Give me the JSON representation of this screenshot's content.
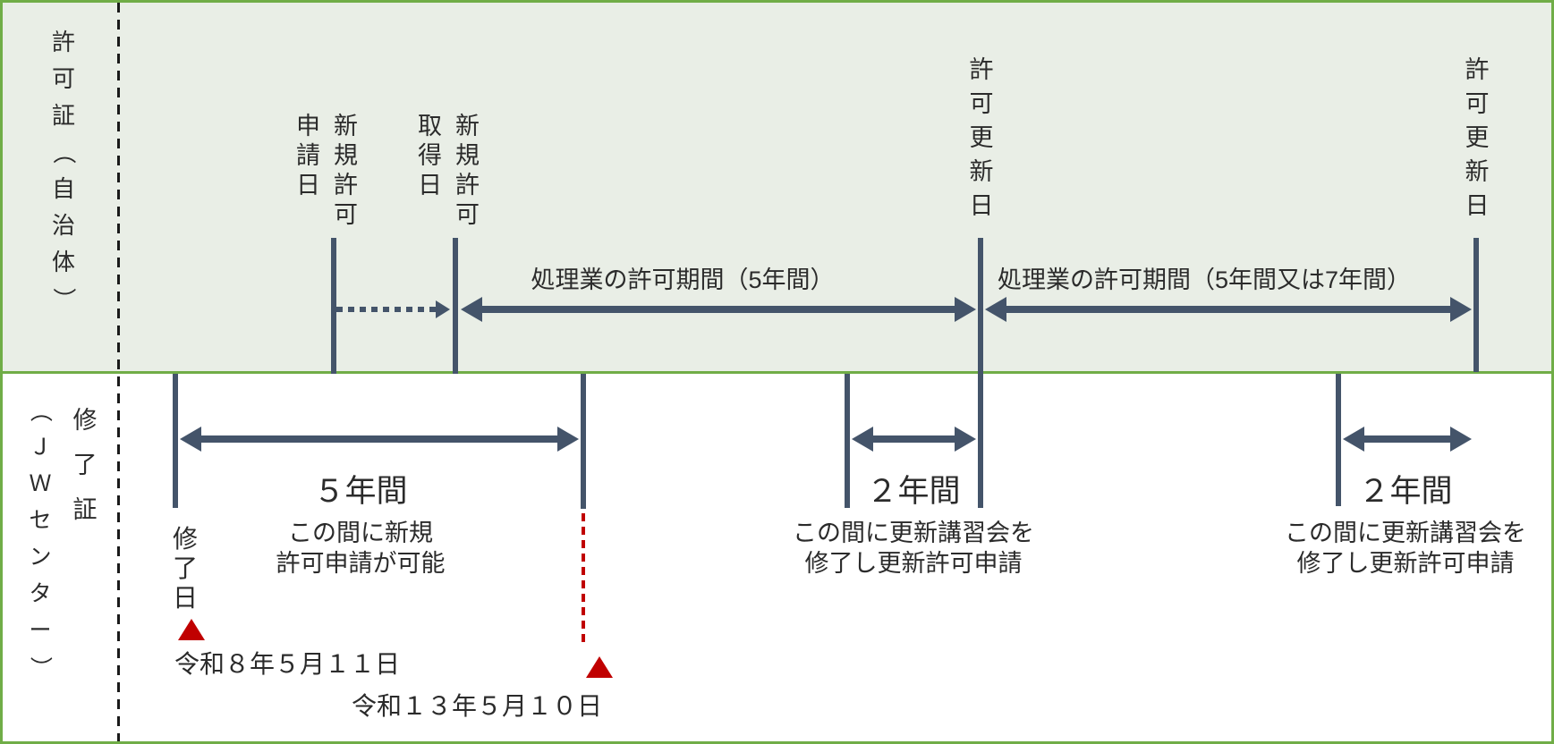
{
  "colors": {
    "navy": "#44546A",
    "green": "#70AD47",
    "top_bg": "#E9EEE6",
    "red": "#C00000",
    "ink": "#2B2B2B"
  },
  "sections": {
    "top_label": "許可証（自治体）",
    "bottom_label_right_col": "修了証",
    "bottom_label_left_col": "（ＪＷセンター）"
  },
  "top": {
    "tick1": {
      "left_col": "申請日",
      "right_col": "新規許可"
    },
    "tick2": {
      "left_col": "取得日",
      "right_col": "新規許可"
    },
    "renewal1": "許可更新日",
    "renewal2": "許可更新日",
    "period1": "処理業の許可期間（5年間）",
    "period2": "処理業の許可期間（5年間又は7年間）"
  },
  "bottom": {
    "completion": "修了日",
    "span5": {
      "title": "５年間",
      "line1": "この間に新規",
      "line2": "許可申請が可能"
    },
    "span2a": {
      "title": "２年間",
      "line1": "この間に更新講習会を",
      "line2": "修了し更新許可申請"
    },
    "span2b": {
      "title": "２年間",
      "line1": "この間に更新講習会を",
      "line2": "修了し更新許可申請"
    },
    "date1": "令和８年５月１１日",
    "date2": "令和１３年５月１０日"
  }
}
